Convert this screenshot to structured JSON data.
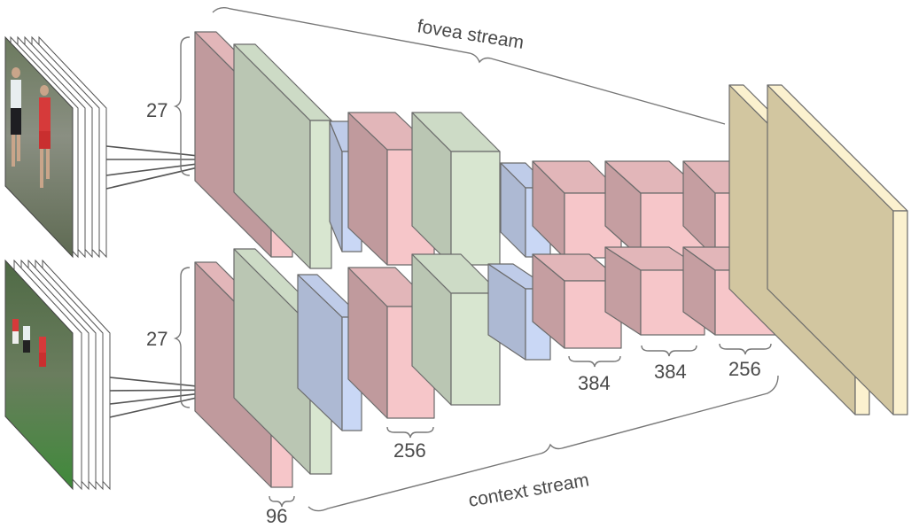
{
  "diagram": {
    "stream_labels": {
      "fovea": "fovea stream",
      "context": "context stream"
    },
    "input_height_labels": {
      "top": "27",
      "bottom": "27"
    },
    "channel_labels": {
      "conv1": "96",
      "conv2": "256",
      "conv3": "384",
      "conv4": "384",
      "conv5": "256"
    },
    "colors": {
      "conv": "#f6c6c9",
      "norm": "#d8e6d0",
      "pool": "#c9d7f5",
      "fc": "#fbf1cf",
      "fc_side": "#d2c6a0",
      "edge": "#6b6b6b",
      "bracket": "#777777"
    },
    "inputs": {
      "fovea_frames": "fovea input frame stack (runners, close-up)",
      "context_frames": "context input frame stack (runners on field)"
    }
  }
}
